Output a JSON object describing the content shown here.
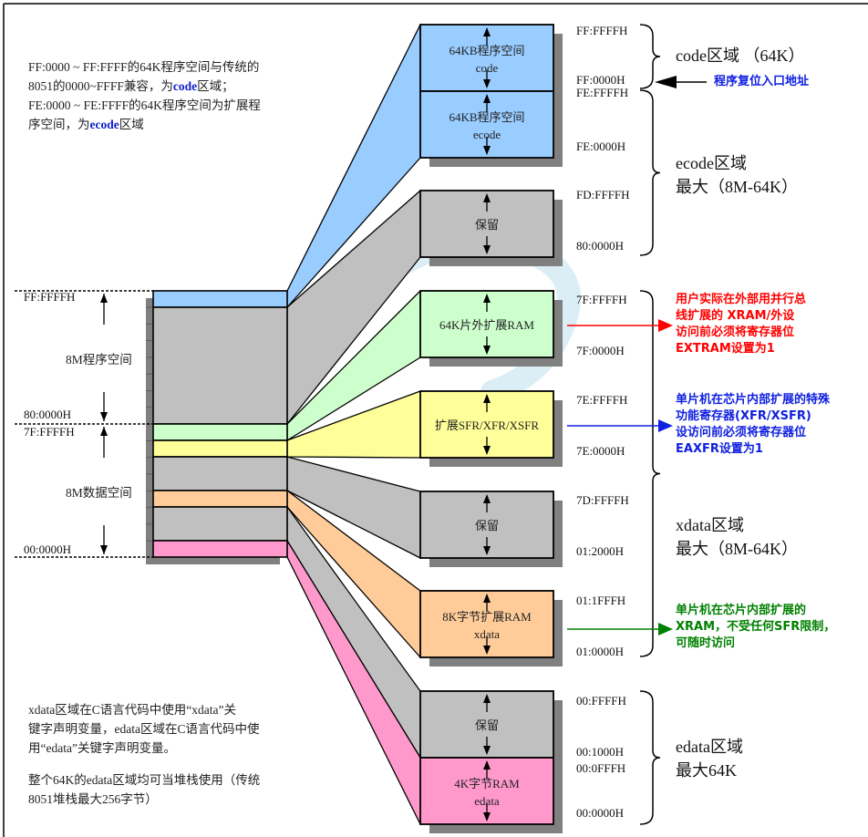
{
  "notes": {
    "top": {
      "line1": "FF:0000 ~ FF:FFFF的64K程序空间与传统的",
      "line2_pre": "8051的0000~FFFF兼容，为",
      "line2_bold": "code",
      "line2_post": "区域；",
      "line3": "FE:0000 ~ FE:FFFF的64K程序空间为扩展程",
      "line4_pre": "序空间，为",
      "line4_bold": "ecode",
      "line4_post": "区域"
    },
    "bottom": {
      "para1_line1": "xdata区域在C语言代码中使用“xdata”关",
      "para1_line2": "键字声明变量，edata区域在C语言代码中使",
      "para1_line3": "用“edata”关键字声明变量。",
      "para2_line1": "整个64K的edata区域均可当堆栈使用（传统",
      "para2_line2": "8051堆栈最大256字节）"
    }
  },
  "left_column": {
    "top_addr": "FF:FFFFH",
    "program_label": "8M程序空间",
    "mid_addr_upper": "80:0000H",
    "mid_addr_lower": "7F:FFFFH",
    "data_label": "8M数据空间",
    "bottom_addr": "00:0000H",
    "stripes": [
      {
        "name": "code",
        "color": "#99ccff"
      },
      {
        "name": "program-rest",
        "color": "#c0c0c0"
      },
      {
        "name": "ext-ram-64k",
        "color": "#ccffcc"
      },
      {
        "name": "ext-sfr",
        "color": "#ffff99"
      },
      {
        "name": "reserved-data",
        "color": "#c0c0c0"
      },
      {
        "name": "xdata-8k",
        "color": "#ffcc99"
      },
      {
        "name": "reserved-low",
        "color": "#c0c0c0"
      },
      {
        "name": "edata-4k",
        "color": "#ff99cc"
      }
    ]
  },
  "blocks": [
    {
      "id": "code",
      "line1": "64KB程序空间",
      "line2": "code",
      "color": "#99ccff",
      "addr_hi": "FF:FFFFH",
      "addr_lo": "FF:0000H"
    },
    {
      "id": "ecode",
      "line1": "64KB程序空间",
      "line2": "ecode",
      "color": "#99ccff",
      "addr_hi": "FE:FFFFH",
      "addr_lo": "FE:0000H"
    },
    {
      "id": "reserved-program",
      "line1": "保留",
      "line2": "",
      "color": "#c0c0c0",
      "addr_hi": "FD:FFFFH",
      "addr_lo": "80:0000H"
    },
    {
      "id": "ext-ram",
      "line1": "64K片外扩展RAM",
      "line2": "",
      "color": "#ccffcc",
      "addr_hi": "7F:FFFFH",
      "addr_lo": "7F:0000H"
    },
    {
      "id": "ext-sfr",
      "line1": "扩展SFR/XFR/XSFR",
      "line2": "",
      "color": "#ffff99",
      "addr_hi": "7E:FFFFH",
      "addr_lo": "7E:0000H"
    },
    {
      "id": "reserved-xdata",
      "line1": "保留",
      "line2": "",
      "color": "#c0c0c0",
      "addr_hi": "7D:FFFFH",
      "addr_lo": "01:2000H"
    },
    {
      "id": "xdata-8k",
      "line1": "8K字节扩展RAM",
      "line2": "xdata",
      "color": "#ffcc99",
      "addr_hi": "01:1FFFH",
      "addr_lo": "01:0000H"
    },
    {
      "id": "reserved-edata",
      "line1": "保留",
      "line2": "",
      "color": "#c0c0c0",
      "addr_hi": "00:FFFFH",
      "addr_lo": "00:1000H"
    },
    {
      "id": "edata-4k",
      "line1": "4K字节RAM",
      "line2": "edata",
      "color": "#ff99cc",
      "addr_hi": "00:0FFFH",
      "addr_lo": "00:0000H"
    }
  ],
  "regions": {
    "code": {
      "line1": "code区域 （64K）"
    },
    "ecode": {
      "line1": "ecode区域",
      "line2": "最大（8M-64K）"
    },
    "xdata": {
      "line1": "xdata区域",
      "line2": "最大（8M-64K）"
    },
    "edata": {
      "line1": "edata区域",
      "line2": "最大64K"
    }
  },
  "annotations": {
    "reset": {
      "text": "程序复位入口地址",
      "color": "#1020e0"
    },
    "ext_ram": {
      "color": "#ff0000",
      "lines": [
        "用户实际在外部用并行总",
        "线扩展的 XRAM/外设",
        "访问前必须将寄存器位",
        "EXTRAM设置为1"
      ]
    },
    "ext_sfr": {
      "color": "#1020e0",
      "lines": [
        "单片机在芯片内部扩展的特殊",
        "功能寄存器(XFR/XSFR)",
        "设访问前必须将寄存器位",
        "EAXFR设置为1"
      ]
    },
    "xram": {
      "color": "#008000",
      "lines": [
        "单片机在芯片内部扩展的",
        "XRAM，不受任何SFR限制，",
        "可随时访问"
      ]
    }
  },
  "colors": {
    "line": "#000000",
    "shadow": "#808080",
    "watermark": "#d8ecf4"
  }
}
